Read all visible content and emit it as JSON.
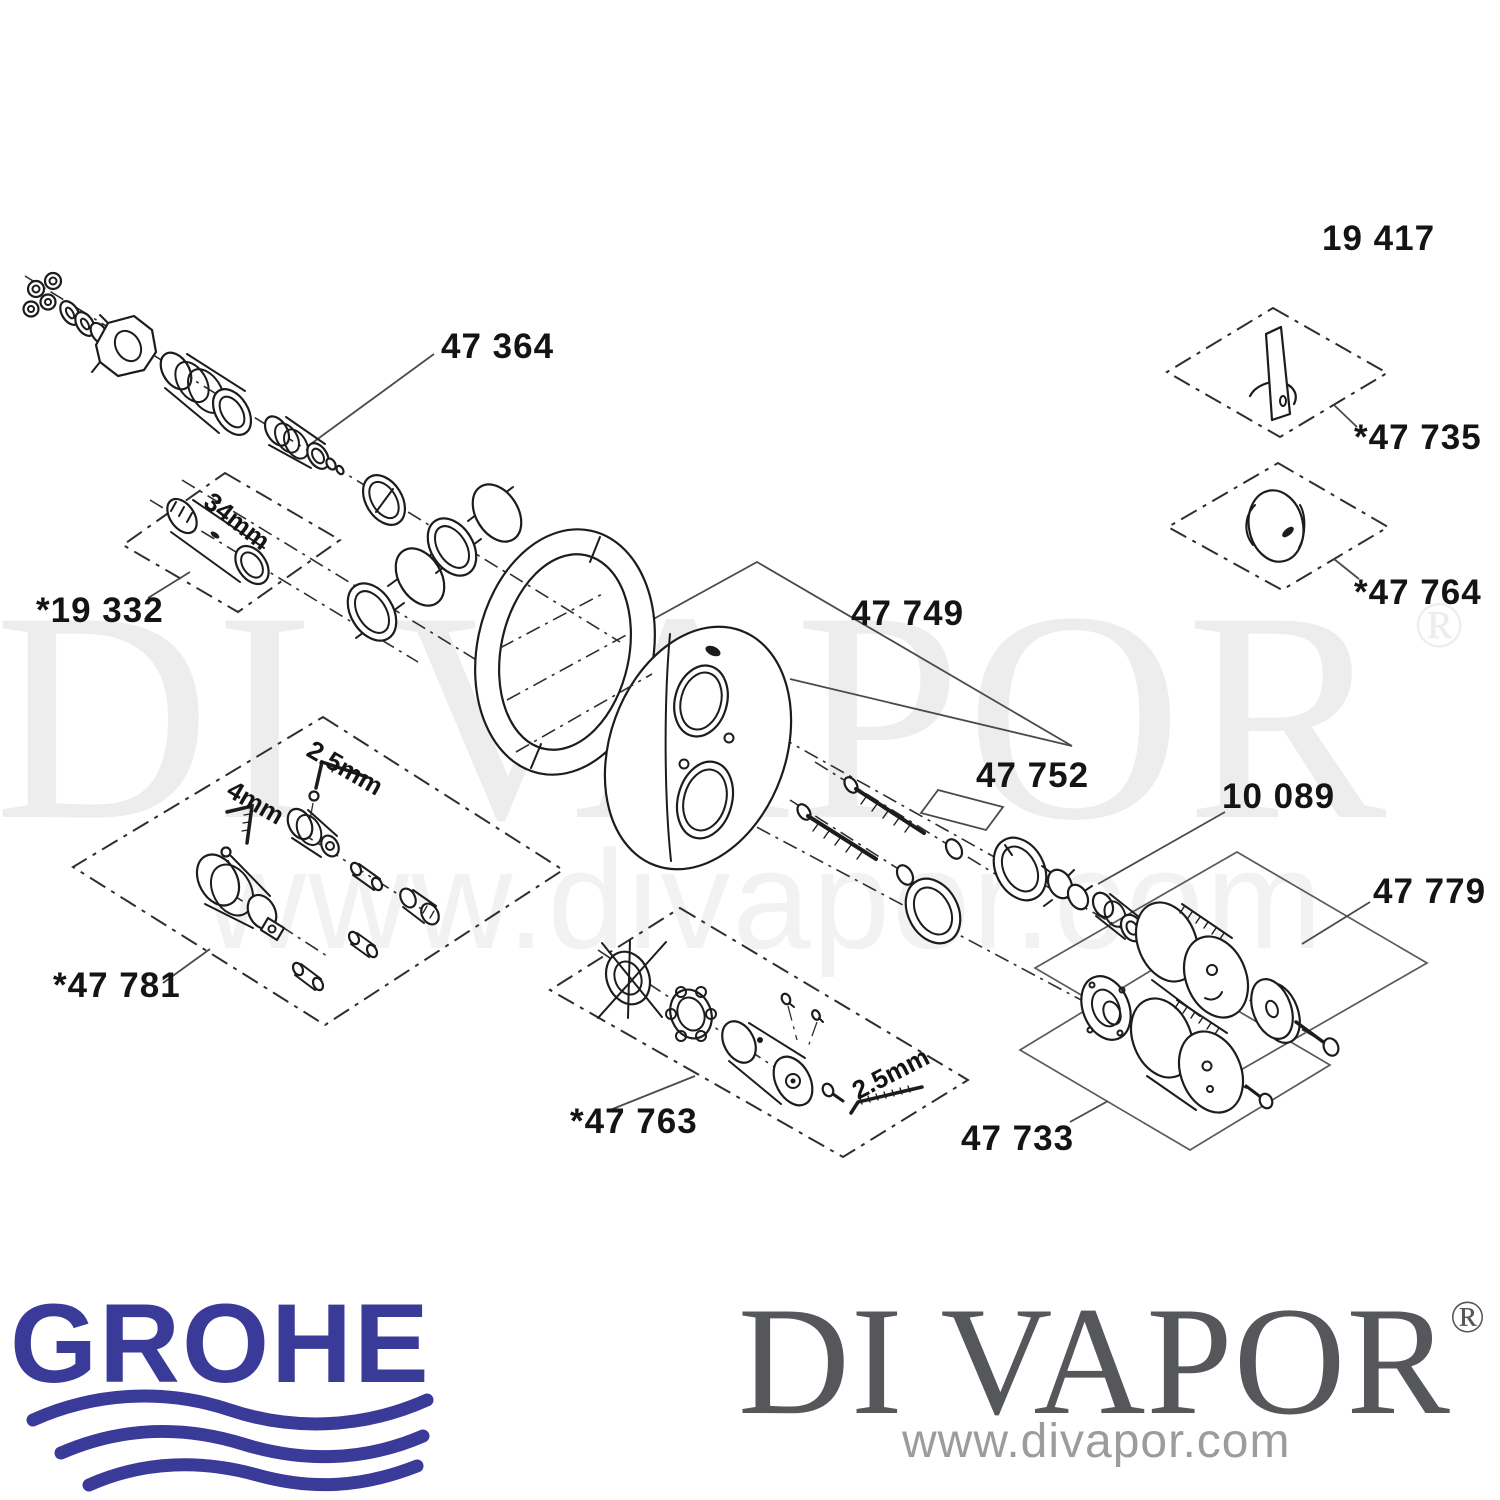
{
  "watermark": {
    "brand": "DI VAPOR",
    "registered": "®",
    "url": "www.divapor.com"
  },
  "footer": {
    "grohe": {
      "wordmark": "GROHE",
      "color": "#3A3A99"
    },
    "divapor": {
      "wordmark": "DI VAPOR",
      "registered": "®",
      "url": "www.divapor.com"
    }
  },
  "diagram": {
    "part_labels": {
      "p19417": "19 417",
      "p47364": "47 364",
      "p47735": "*47 735",
      "p47764": "*47 764",
      "p19332": "*19 332",
      "p47749": "47 749",
      "p47752": "47 752",
      "p10089": "10 089",
      "p47779": "47 779",
      "p47781": "*47 781",
      "p47763": "*47 763",
      "p47733": "47 733"
    },
    "dimensions": {
      "d34": "34mm",
      "d4": "4mm",
      "d25a": "2.5mm",
      "d25b": "2.5mm"
    }
  },
  "colors": {
    "line": "#1c1c1c",
    "grohe_blue": "#3A3A99",
    "divapor_gray": "#55575a",
    "url_gray": "#9c9c9c",
    "watermark_gray": "#ededed"
  }
}
